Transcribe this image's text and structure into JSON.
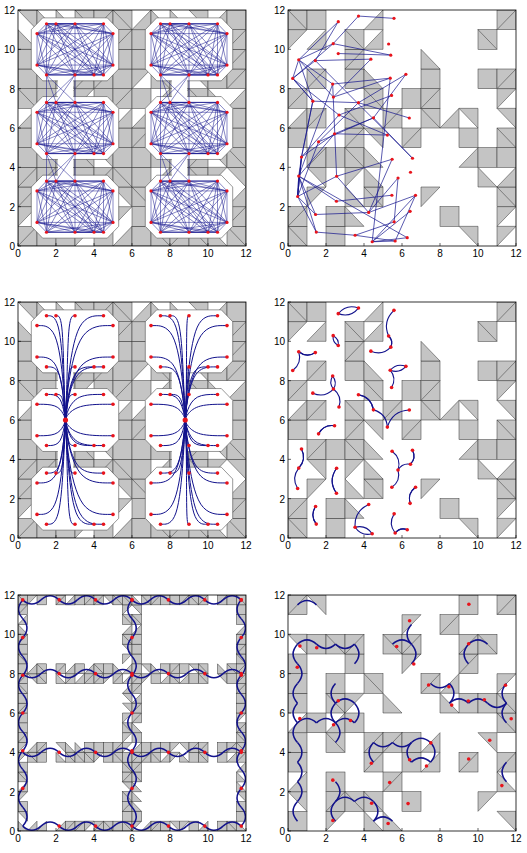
{
  "diagram": {
    "labels": [
      "12",
      "10",
      "8",
      "6",
      "4",
      "2",
      "0",
      "0",
      "2",
      "4",
      "6",
      "8",
      "10",
      "12",
      "12",
      "10",
      "8",
      "6",
      "4",
      "2",
      "0",
      "0",
      "2",
      "4",
      "6",
      "8",
      "10",
      "12",
      "12",
      "10",
      "8",
      "6",
      "4",
      "2",
      "0",
      "0",
      "2",
      "4",
      "6",
      "8",
      "10",
      "12",
      "12",
      "10",
      "8",
      "6",
      "4",
      "2",
      "0",
      "0",
      "2",
      "4",
      "6",
      "8",
      "10",
      "12",
      "12",
      "10",
      "8",
      "6",
      "4",
      "2",
      "0",
      "0",
      "2",
      "4",
      "6",
      "8",
      "10",
      "12",
      "12",
      "10",
      "8",
      "6",
      "4",
      "2",
      "0",
      "0",
      "2",
      "4",
      "6",
      "8",
      "10",
      "12"
    ]
  }
}
